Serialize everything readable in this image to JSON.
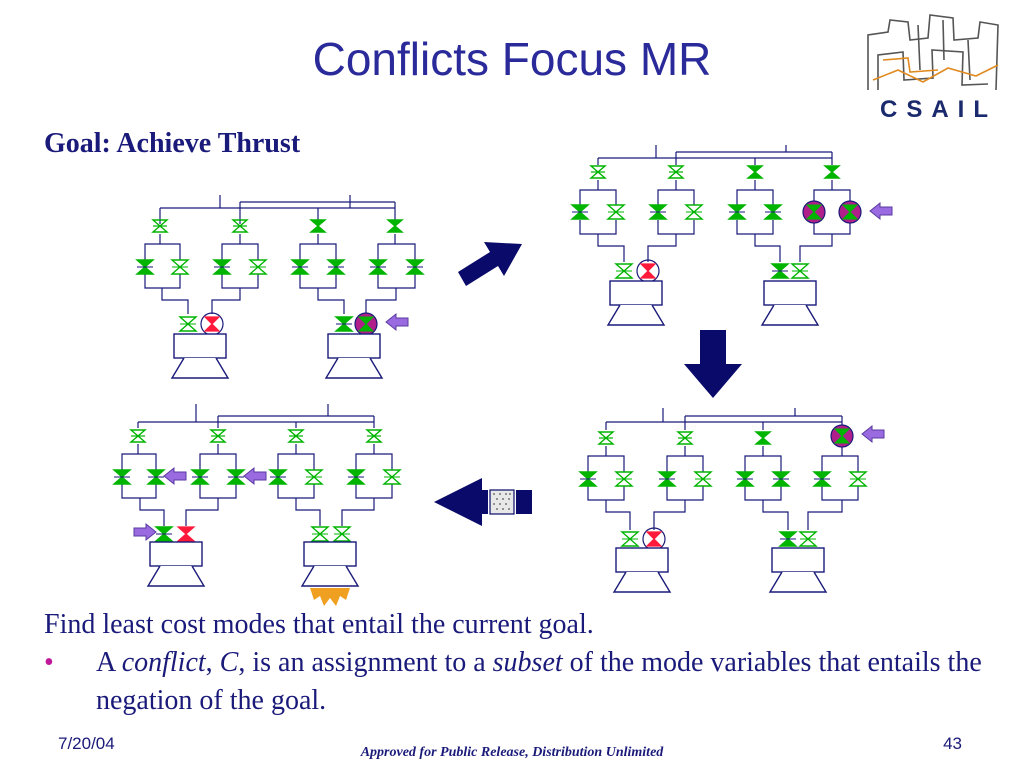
{
  "slide": {
    "title": "Conflicts Focus MR",
    "goal": "Goal: Achieve Thrust",
    "logo_text": "CSAIL",
    "line1": "Find least cost modes that entail the current goal.",
    "bullet": {
      "marker": "•",
      "a": "A ",
      "conflict": "conflict",
      "comma1": ", ",
      "c": "C",
      "rest1": ",  is an assignment to a ",
      "subset": "subset",
      "rest2": " of the mode variables that entails the negation of the goal."
    },
    "footer": {
      "date": "7/20/04",
      "center": "Approved for Public Release, Distribution Unlimited",
      "page": "43"
    }
  },
  "colors": {
    "title": "#2a2a9a",
    "text": "#1a1a7a",
    "line": "#1a1a7a",
    "valve_open": "#00b400",
    "valve_closed_red": "#ff1a3c",
    "conflict_fill": "#b0208a",
    "arrow_dark": "#0a0a6a",
    "purple_arrow": "#9a6ae0",
    "flame": "#f0a020",
    "bullet": "#c0189a"
  }
}
